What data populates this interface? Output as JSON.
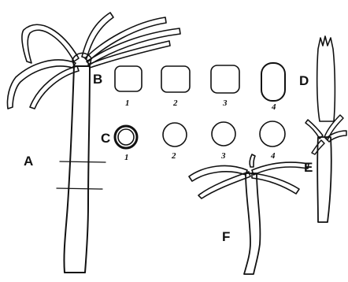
{
  "figure": {
    "panels": {
      "A": "A",
      "B": "B",
      "C": "C",
      "D": "D",
      "E": "E",
      "F": "F"
    },
    "row_B_numbers": [
      "1",
      "2",
      "3",
      "4"
    ],
    "row_C_numbers": [
      "1",
      "2",
      "3",
      "4"
    ],
    "ink_color": "#111111",
    "stipple_color": "#444444",
    "background_color": "#ffffff"
  }
}
